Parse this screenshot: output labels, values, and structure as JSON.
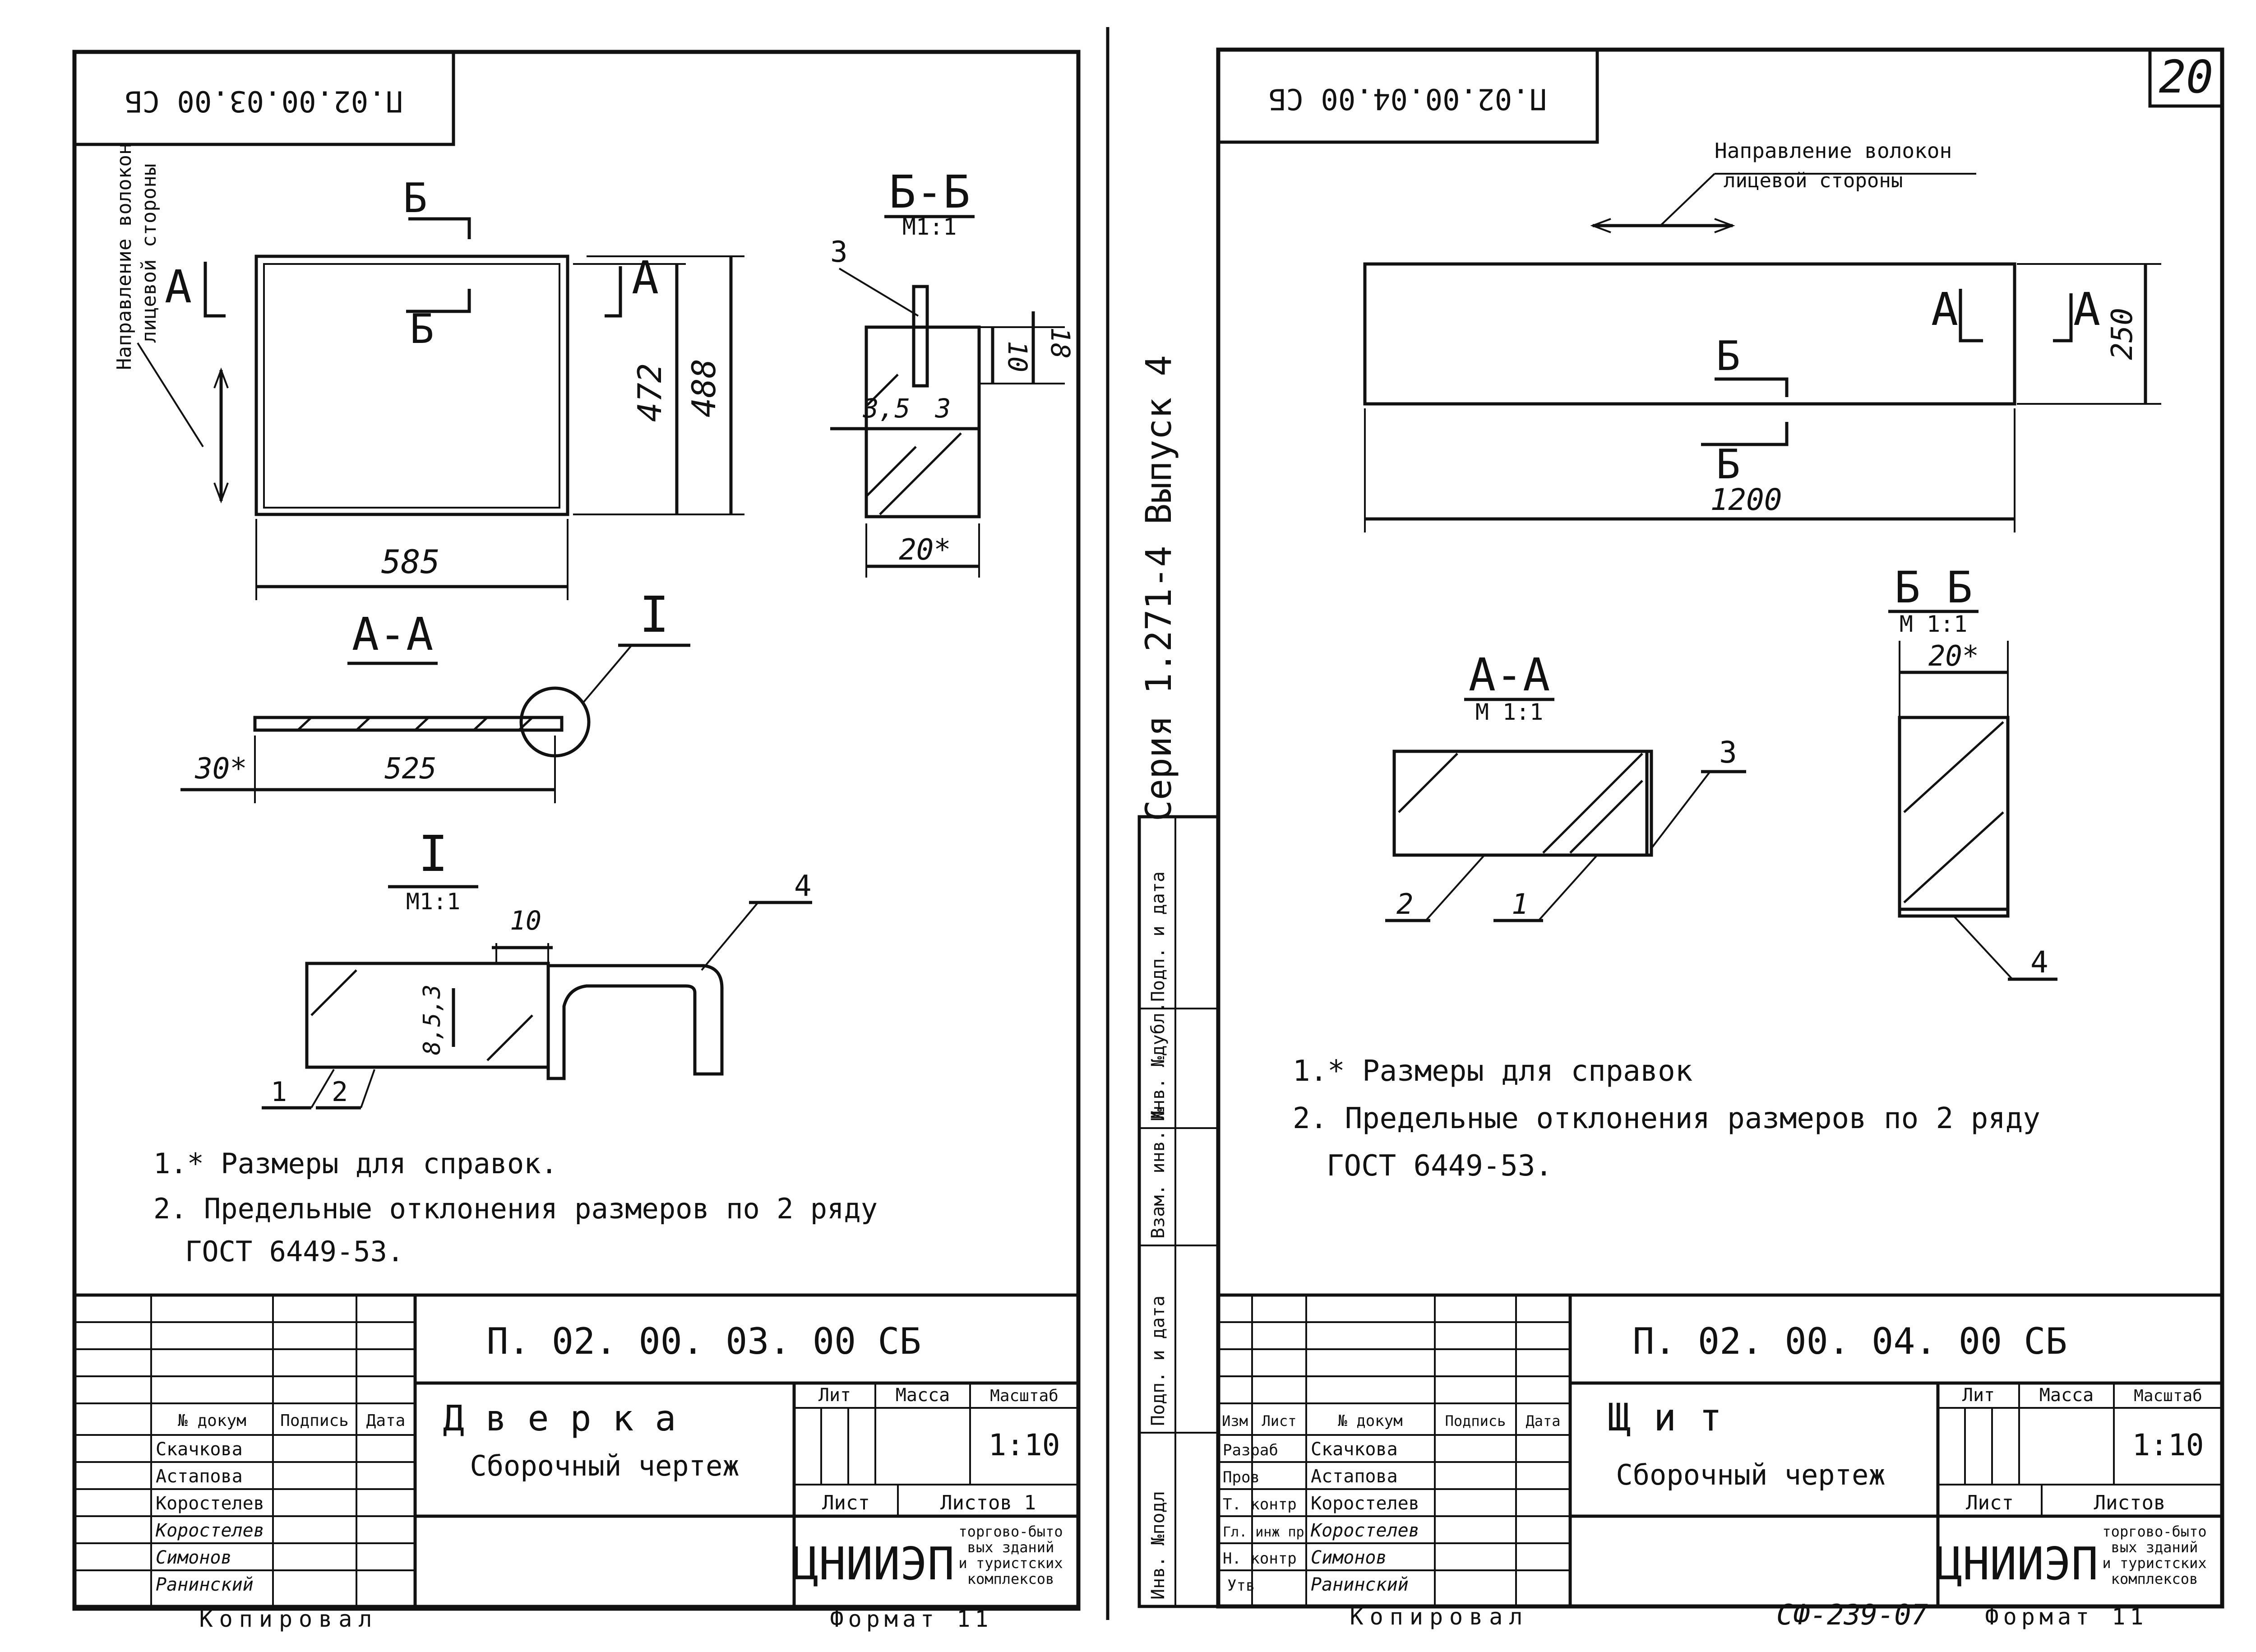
{
  "left": {
    "code_rotated": "П.02.00.03.00 СБ",
    "grain_note_line1": "Направление волокон",
    "grain_note_line2": "лицевой стороны",
    "view": {
      "label_b_top": "Б",
      "label_b_inner": "Б",
      "label_a_left": "А",
      "label_a_right": "А",
      "dim_width": "585",
      "dim_inner_height": "472",
      "dim_outer_height": "488"
    },
    "section_bb": {
      "title": "Б-Б",
      "scale": "М1:1",
      "callout": "3",
      "dim_10": "10",
      "dim_18": "18",
      "dim_35": "3,5",
      "dim_3": "3",
      "dim_20": "20*"
    },
    "section_aa": {
      "title": "А-А",
      "callout_detail": "I",
      "dim_30": "30*",
      "dim_525": "525"
    },
    "detail_i": {
      "title": "I",
      "scale": "М1:1",
      "dim_10": "10",
      "dim_853": "8,5,3",
      "callout_4": "4",
      "callout_1": "1",
      "callout_2": "2"
    },
    "notes": [
      "1.* Размеры для справок.",
      "2. Предельные отклонения размеров по 2 ряду",
      "ГОСТ 6449-53."
    ],
    "title_block": {
      "code": "П. 02. 00. 03. 00 СБ",
      "name": "Д в е р к а",
      "subtitle": "Сборочный чертеж",
      "col_headers": [
        "№ докум",
        "Подпись",
        "Дата"
      ],
      "rows": [
        "Скачкова",
        "Астапова",
        "Коростелев",
        "Коростелев",
        "Симонов",
        "Ранинский"
      ],
      "lit_label": "Лит",
      "mass_label": "Масса",
      "scale_label": "Масштаб",
      "scale_value": "1:10",
      "sheet_label": "Лист",
      "sheets_label": "Листов 1",
      "org_short": "ЦНИИЭП",
      "org_line1": "торгово-быто",
      "org_line2": "вых зданий",
      "org_line3": "и туристских",
      "org_line4": "комплексов"
    },
    "bottom_copy": "Копировал",
    "bottom_format": "Формат 11"
  },
  "right": {
    "page_number": "20",
    "code_rotated": "П.02.00.04.00 СБ",
    "grain_note_line1": "Направление волокон",
    "grain_note_line2": "лицевой стороны",
    "view": {
      "label_a_left": "А",
      "label_a_right": "А",
      "label_b_top": "Б",
      "label_b_bottom": "Б",
      "dim_height": "250",
      "dim_length": "1200"
    },
    "section_aa": {
      "title": "А-А",
      "scale": "М 1:1",
      "callout_3": "3",
      "callout_2": "2",
      "callout_1": "1"
    },
    "section_bb": {
      "title": "Б Б",
      "scale": "М 1:1",
      "dim_20": "20*",
      "callout_4": "4"
    },
    "notes": [
      "1.* Размеры для справок",
      "2. Предельные отклонения размеров по 2 ряду",
      "ГОСТ 6449-53."
    ],
    "title_block": {
      "code": "П. 02. 00. 04. 00 СБ",
      "name": "Щ и т",
      "subtitle": "Сборочный чертеж",
      "col_headers": [
        "Изм",
        "Лист",
        "№ докум",
        "Подпись",
        "Дата"
      ],
      "roles": [
        "Разраб",
        "Пров",
        "Т. контр",
        "Гл. инж пр",
        "Н. контр",
        "Утв"
      ],
      "rows": [
        "Скачкова",
        "Астапова",
        "Коростелев",
        "Коростелев",
        "Симонов",
        "Ранинский"
      ],
      "lit_label": "Лит",
      "mass_label": "Масса",
      "scale_label": "Масштаб",
      "scale_value": "1:10",
      "sheet_label": "Лист",
      "sheets_label": "Листов",
      "org_short": "ЦНИИЭП",
      "org_line1": "торгово-быто",
      "org_line2": "вых зданий",
      "org_line3": "и туристских",
      "org_line4": "комплексов"
    },
    "side_stamp": [
      "Инв. №подл",
      "Подп. и дата",
      "Взам. инв. №",
      "Инв. №дубл.",
      "Подп. и дата"
    ],
    "series_vertical": "Серия 1.271-4  Выпуск 4",
    "bottom_copy": "Копировал",
    "bottom_code": "СФ-239-07",
    "bottom_format": "Формат 11"
  }
}
